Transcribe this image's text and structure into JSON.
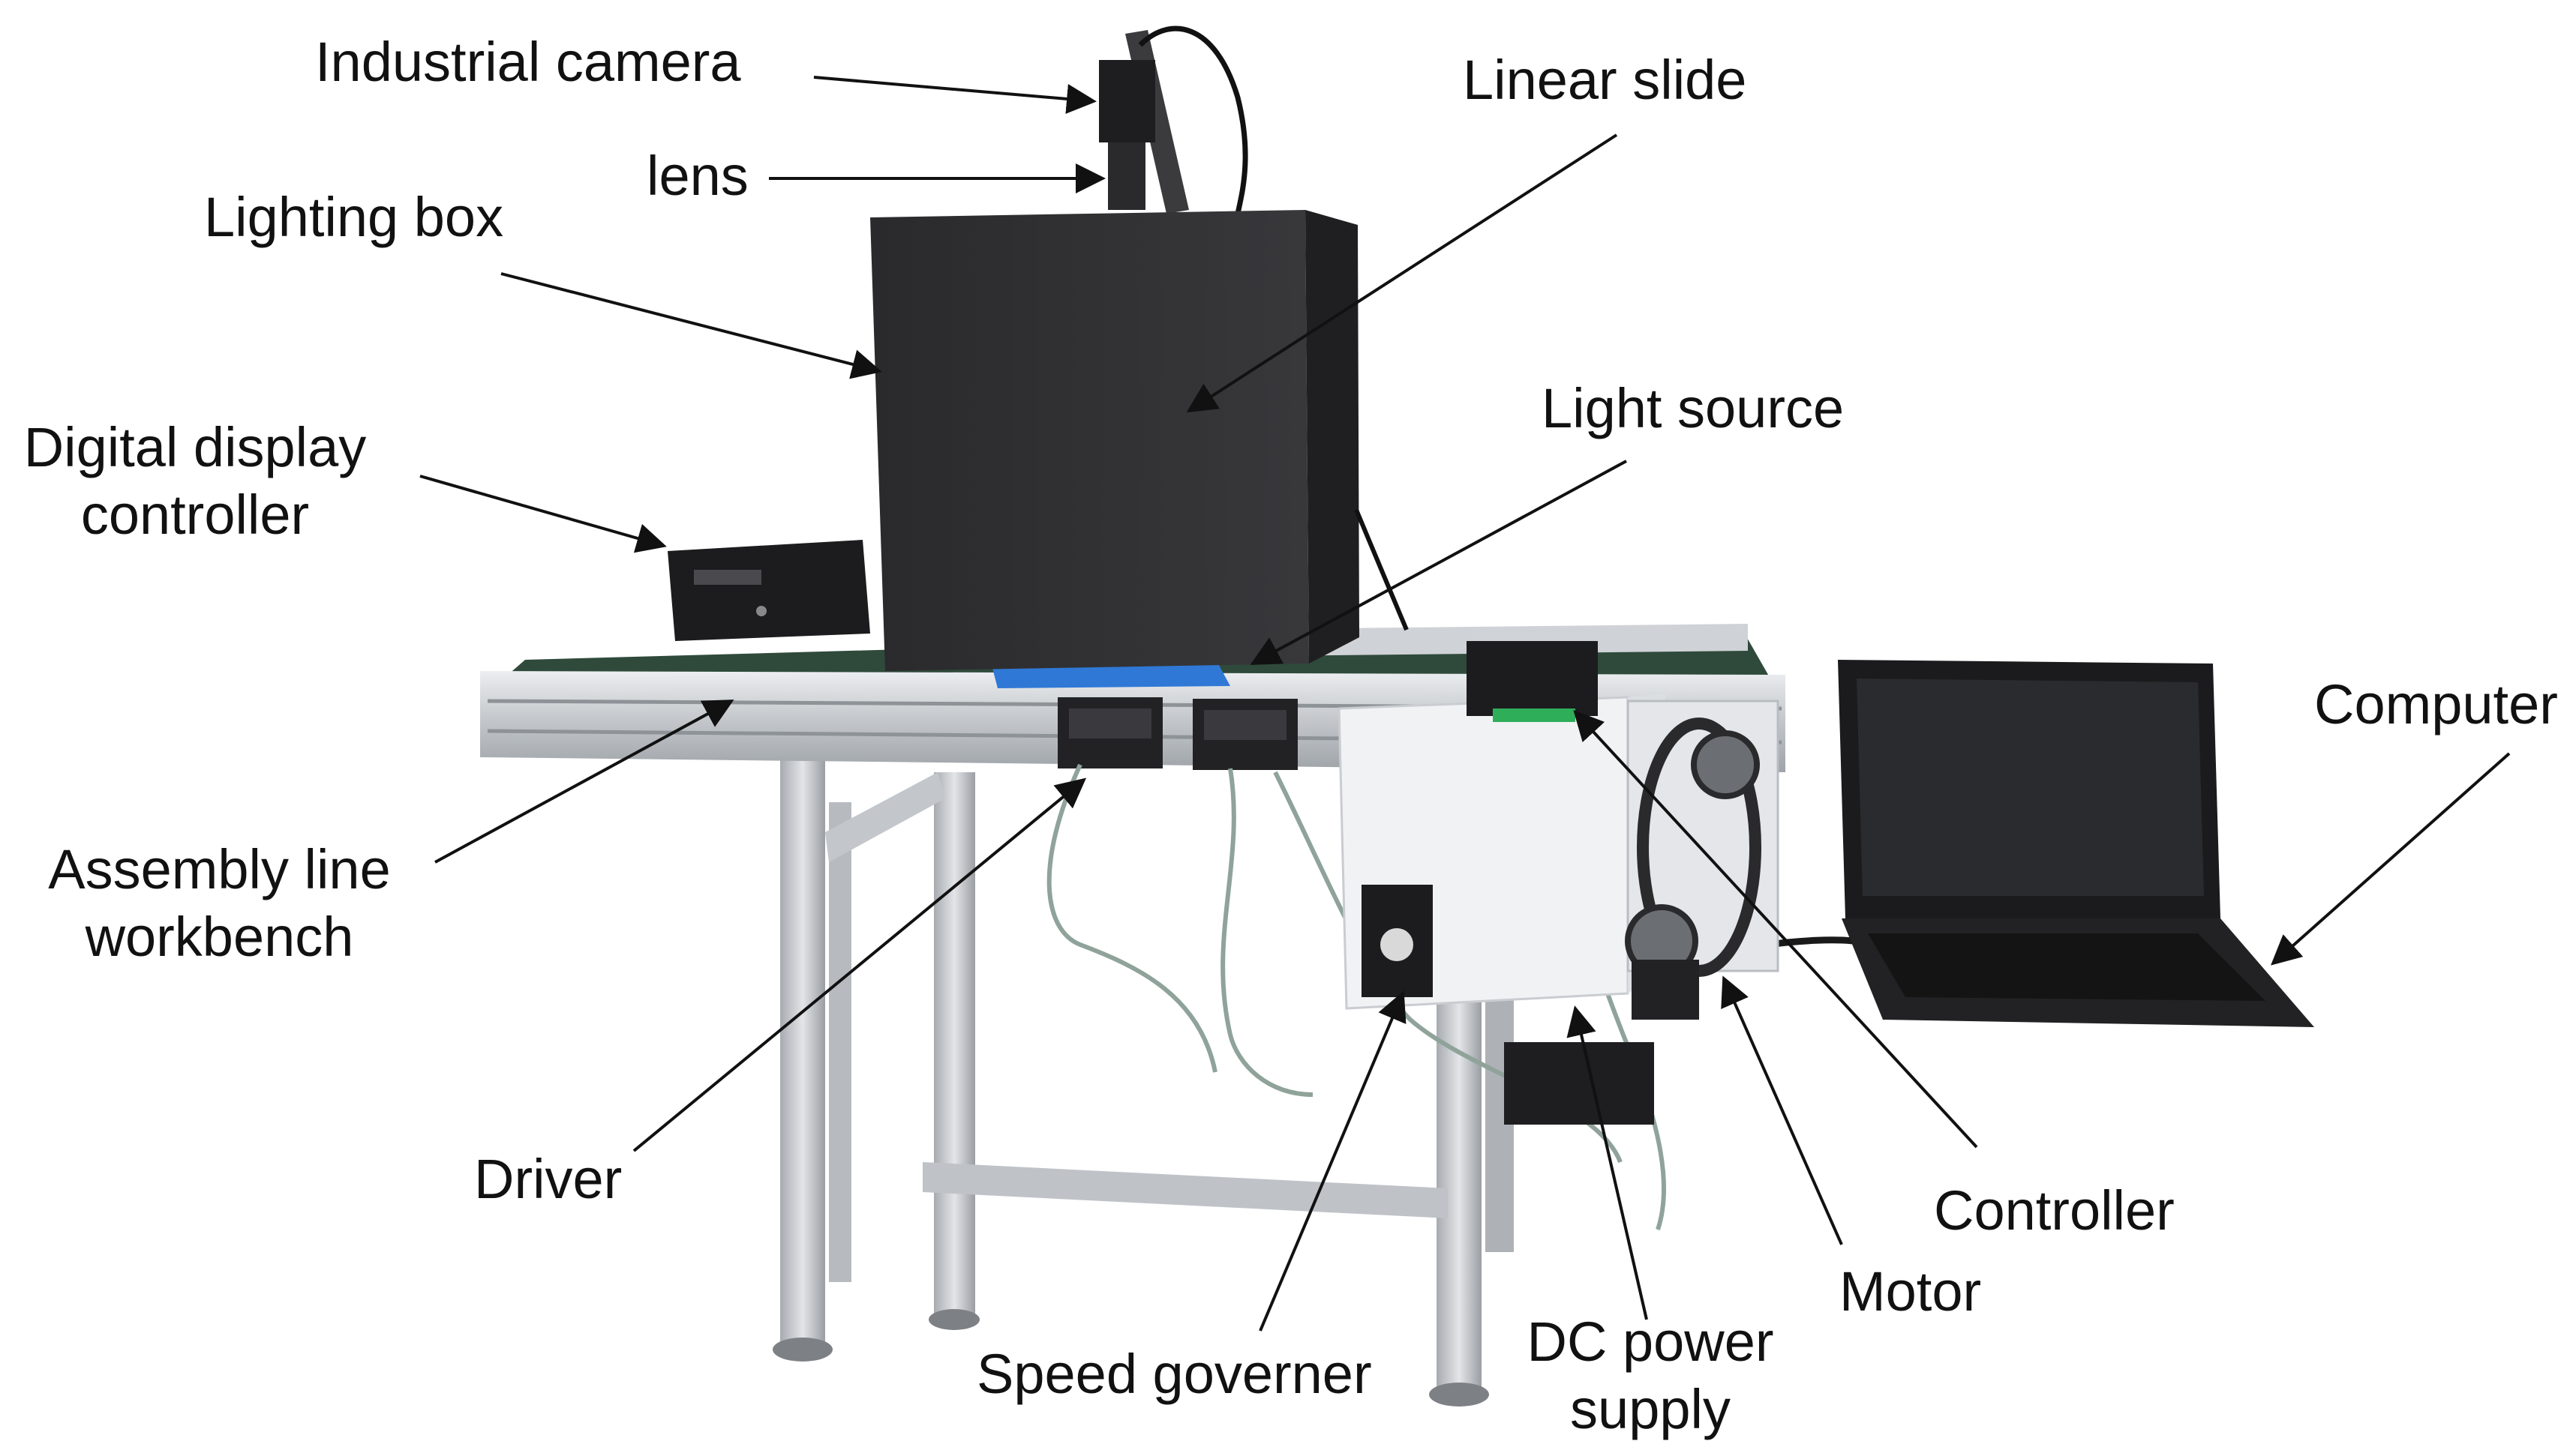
{
  "labels": {
    "industrial_camera": "Industrial camera",
    "lens": "lens",
    "lighting_box": "Lighting box",
    "linear_slide": "Linear slide",
    "digital_display_controller_line1": "Digital display",
    "digital_display_controller_line2": "controller",
    "light_source": "Light source",
    "computer": "Computer",
    "assembly_line_workbench_line1": "Assembly line",
    "assembly_line_workbench_line2": "workbench",
    "driver": "Driver",
    "controller": "Controller",
    "motor": "Motor",
    "speed_governer": "Speed governer",
    "dc_power_supply_line1": "DC power",
    "dc_power_supply_line2": "supply"
  },
  "colors": {
    "background": "#ffffff",
    "text": "#111111",
    "leader_line": "#111111",
    "lighting_box": "#2b2b2d",
    "aluminum_frame": "#c9ccd0",
    "conveyor_belt": "#2f4a3b",
    "blue_fixture": "#2f78d6",
    "laptop": "#1b1b1d",
    "white_panel": "#f1f2f4"
  }
}
